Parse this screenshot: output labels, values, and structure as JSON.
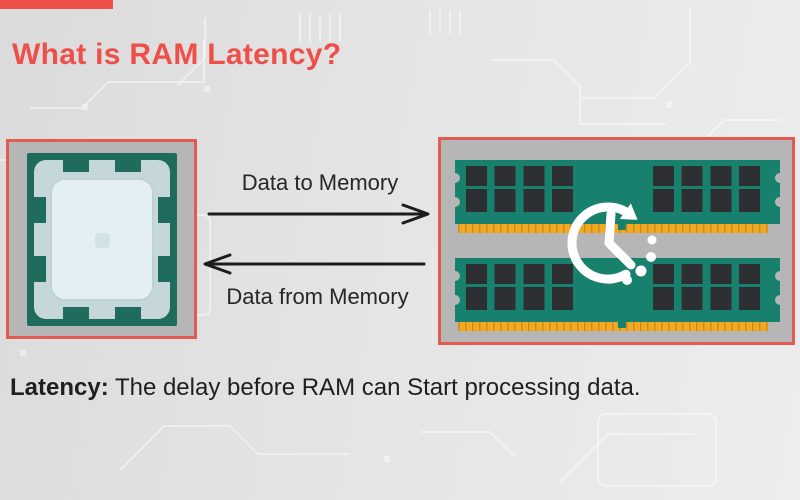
{
  "slide": {
    "title": "What is RAM Latency?",
    "flow": {
      "to_memory_label": "Data to Memory",
      "from_memory_label": "Data from Memory"
    },
    "definition": {
      "label": "Latency:",
      "text": "The delay before RAM can Start processing data."
    },
    "icons": {
      "cpu": "cpu-chip-icon",
      "ram": "ram-modules-icon",
      "clock": "clock-rotation-latency-icon",
      "arrow_right": "arrow-right-icon",
      "arrow_left": "arrow-left-icon"
    }
  },
  "colors": {
    "accent_red": "#ee4f48",
    "border_red": "#e25a52",
    "cpu_teal": "#1f6b5e",
    "spreader_silver": "#c6d7db",
    "spreader_panel": "#e3eff3",
    "pcb_green": "#18816d",
    "chip_dark": "#2d2f33",
    "gold": "#f2a824",
    "gold_line": "#cf8d15",
    "box_gray": "#b6b6b6",
    "background": "#e1e1e1",
    "text_dark": "#1f1f1f"
  }
}
